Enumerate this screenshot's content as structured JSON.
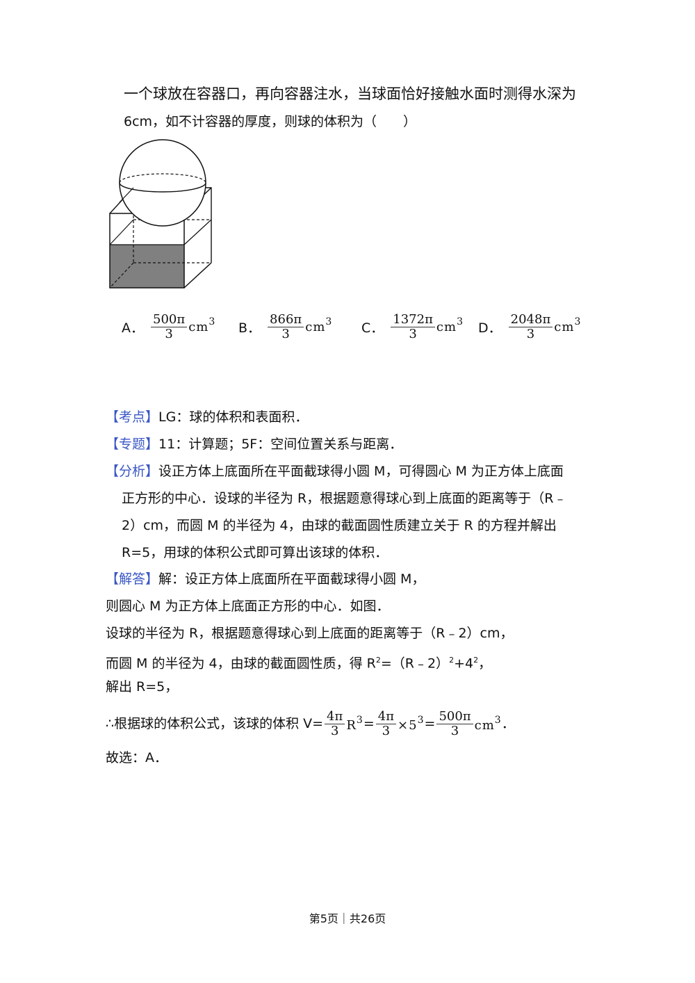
{
  "question": {
    "line1": "一个球放在容器口，再向容器注水，当球面恰好接触水面时测得水深为",
    "line2": "6cm，如不计容器的厚度，则球的体积为（　　）"
  },
  "options": [
    {
      "label": "A．",
      "num": "500π",
      "den": "3",
      "unit": "cm",
      "exp": "3"
    },
    {
      "label": "B．",
      "num": "866π",
      "den": "3",
      "unit": "cm",
      "exp": "3"
    },
    {
      "label": "C．",
      "num": "1372π",
      "den": "3",
      "unit": "cm",
      "exp": "3"
    },
    {
      "label": "D．",
      "num": "2048π",
      "den": "3",
      "unit": "cm",
      "exp": "3"
    }
  ],
  "analysis": {
    "kaodian_tag": "【考点】",
    "kaodian": "LG：球的体积和表面积．",
    "zhuanti_tag": "【专题】",
    "zhuanti": "11：计算题；5F：空间位置关系与距离．",
    "fenxi_tag": "【分析】",
    "fenxi1": "设正方体上底面所在平面截球得小圆 M，可得圆心 M 为正方体上底面",
    "fenxi2": "正方形的中心．设球的半径为 R，根据题意得球心到上底面的距离等于（R﹣",
    "fenxi3": "2）cm，而圆 M 的半径为 4，由球的截面圆性质建立关于 R 的方程并解出",
    "fenxi4": "R=5，用球的体积公式即可算出该球的体积．"
  },
  "solution": {
    "tag": "【解答】",
    "s1": "解：设正方体上底面所在平面截球得小圆 M，",
    "s2": "则圆心 M 为正方体上底面正方形的中心．如图．",
    "s3": "设球的半径为 R，根据题意得球心到上底面的距离等于（R﹣2）cm，",
    "s4a": "而圆 M 的半径为 4，由球的截面圆性质，得 R",
    "s4sup1": "2",
    "s4b": "=（R﹣2）",
    "s4sup2": "2",
    "s4c": "+4",
    "s4sup3": "2",
    "s4d": "，",
    "s5": "解出 R=5，",
    "s6a": "∴根据球的体积公式，该球的体积 V=",
    "f1num": "4π",
    "f1den": "3",
    "r3": "R",
    "r3exp": "3",
    "eq1": "=",
    "f2num": "4π",
    "f2den": "3",
    "times": "×5",
    "times_exp": "3",
    "eq2": "=",
    "f3num": "500π",
    "f3den": "3",
    "unit": "cm",
    "unit_exp": "3",
    "end": "．",
    "s7": "故选：A．"
  },
  "footer": "第5页｜共26页"
}
